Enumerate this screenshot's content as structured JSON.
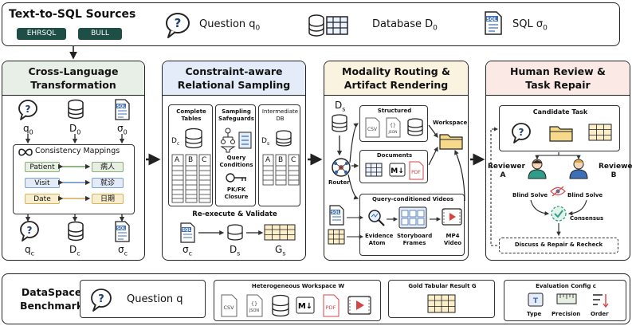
{
  "sources": {
    "title": "Text-to-SQL Sources",
    "datasets": [
      "EHRSQL",
      "BULL"
    ],
    "question": "Question q",
    "question_sub": "0",
    "database": "Database D",
    "database_sub": "0",
    "sql": "SQL σ",
    "sql_sub": "0"
  },
  "stage1": {
    "title_line1": "Cross-Language",
    "title_line2": "Transformation",
    "q0": "q",
    "q0_sub": "0",
    "d0": "D",
    "d0_sub": "0",
    "s0": "σ",
    "s0_sub": "0",
    "mappings_title": "Consistency Mappings",
    "mappings": [
      {
        "en": "Patient",
        "zh": "病人"
      },
      {
        "en": "Visit",
        "zh": "就诊"
      },
      {
        "en": "Date",
        "zh": "日期"
      }
    ],
    "qc": "q",
    "qc_sub": "c",
    "dc": "D",
    "dc_sub": "c",
    "sc": "σ",
    "sc_sub": "c"
  },
  "stage2": {
    "title_line1": "Constraint-aware",
    "title_line2": "Relational Sampling",
    "complete_tables_1": "Complete",
    "complete_tables_2": "Tables",
    "dc": "D",
    "dc_sub": "c",
    "safeguards_1": "Sampling",
    "safeguards_2": "Safeguards",
    "query_cond_1": "Query",
    "query_cond_2": "Conditions",
    "pkfk_1": "PK/FK",
    "pkfk_2": "Closure",
    "intermediate_1": "Intermediate",
    "intermediate_2": "DB",
    "ds": "D",
    "ds_sub": "s",
    "cols": [
      "A",
      "B",
      "C"
    ],
    "reexec": "Re-execute & Validate",
    "sc": "σ",
    "sc_sub": "c",
    "ds2": "D",
    "ds2_sub": "s",
    "gs": "G",
    "gs_sub": "s"
  },
  "stage3": {
    "title_line1": "Modality Routing &",
    "title_line2": "Artifact Rendering",
    "ds": "D",
    "ds_sub": "s",
    "structured": "Structured",
    "csv": "CSV",
    "json": "JSON",
    "documents": "Documents",
    "pdf": "PDF",
    "router": "Router",
    "workspace": "Workspace",
    "videos": "Query-conditioned Videos",
    "evidence_1": "Evidence",
    "evidence_2": "Atom",
    "storyboard_1": "Storyboard",
    "storyboard_2": "Frames",
    "mp4_1": "MP4",
    "mp4_2": "Video"
  },
  "stage4": {
    "title_line1": "Human Review &",
    "title_line2": "Task Repair",
    "candidate": "Candidate Task",
    "reviewer_a_1": "Reviewer",
    "reviewer_a_2": "A",
    "reviewer_b_1": "Reviewer",
    "reviewer_b_2": "B",
    "blind_solve": "Blind Solve",
    "consensus": "Consensus",
    "repair": "Discuss & Repair & Recheck"
  },
  "benchmark": {
    "title_line1": "DataSpace",
    "title_line2": "Benchmark",
    "question": "Question q",
    "workspace": "Heterogeneous Workspace W",
    "gold": "Gold Tabular Result G",
    "eval": "Evaluation Config c",
    "eval_items": [
      "Type",
      "Precision",
      "Order"
    ],
    "csv": "CSV",
    "json": "JSON",
    "pdf": "PDF"
  },
  "colors": {
    "stage1_header": "#e8efe6",
    "stage2_header": "#e3ecf8",
    "stage3_header": "#faf3df",
    "stage4_header": "#fbe9e6",
    "pill": "#1f4e46"
  }
}
